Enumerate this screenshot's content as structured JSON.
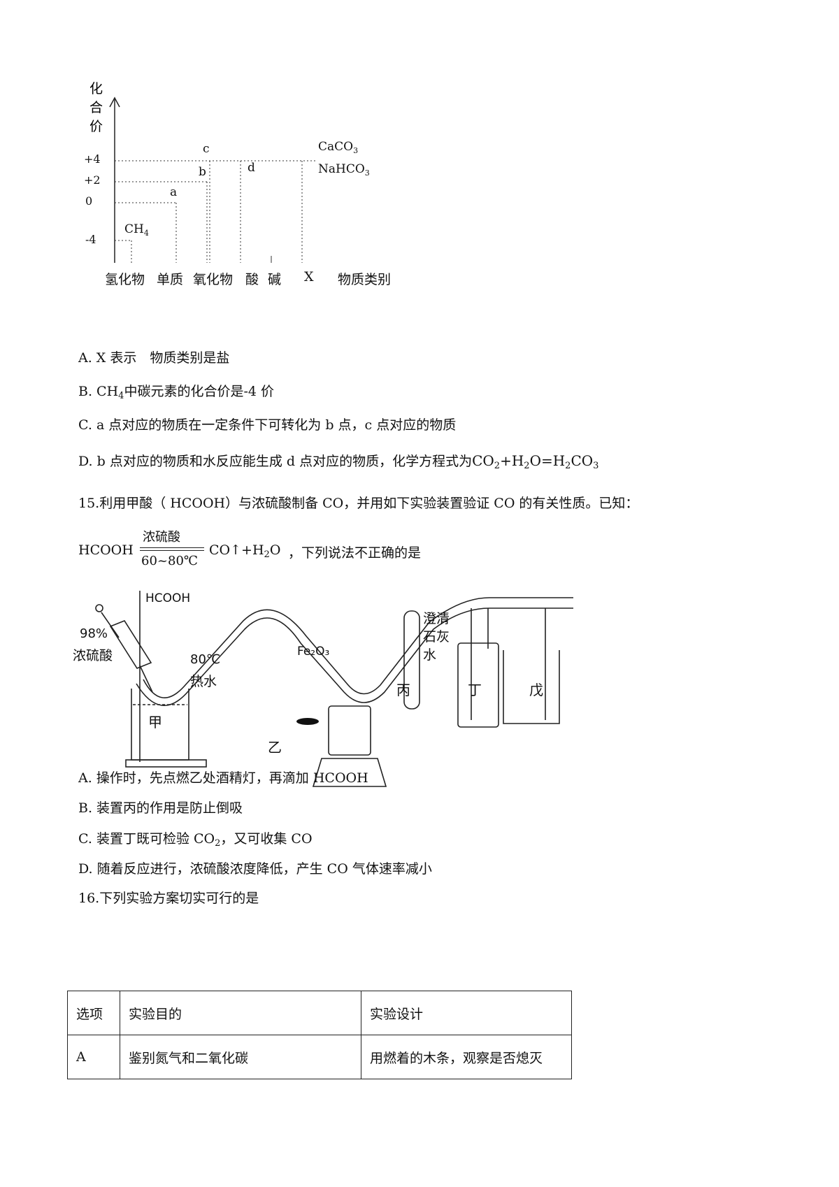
{
  "chart": {
    "ylabel": [
      "化",
      "合",
      "价"
    ],
    "yticks": [
      "+4",
      "+2",
      "0",
      "-4"
    ],
    "categories": [
      "氢化物",
      "单质",
      "氧化物",
      "酸",
      "碱",
      "X",
      "物质类别"
    ],
    "points": {
      "CH4": "CH",
      "CH4_sub": "4",
      "a": "a",
      "b": "b",
      "c": "c",
      "d": "d"
    },
    "salt1": "CaCO",
    "salt1_sub": "3",
    "salt2": "NaHCO",
    "salt2_sub": "3"
  },
  "chart_data": {
    "type": "scatter",
    "ylabel": "化合价",
    "xlabel": "物质类别",
    "categories": [
      "氢化物",
      "单质",
      "氧化物",
      "酸",
      "碱",
      "X"
    ],
    "points": [
      {
        "label": "CH4",
        "category": "氢化物",
        "y": -4
      },
      {
        "label": "a",
        "category": "单质",
        "y": 0
      },
      {
        "label": "b",
        "category": "氧化物",
        "y": 2
      },
      {
        "label": "c",
        "category": "氧化物",
        "y": 4
      },
      {
        "label": "d",
        "category": "酸",
        "y": 4
      },
      {
        "label": "CaCO3",
        "category": "X",
        "y": 4
      },
      {
        "label": "NaHCO3",
        "category": "X",
        "y": 4
      }
    ],
    "yticks": [
      4,
      2,
      0,
      -4
    ]
  },
  "q14": {
    "optA": "A. X 表示　物质类别是盐",
    "optB_pre": "B. CH",
    "optB_sub": "4",
    "optB_post": "中碳元素的化合价是-4 价",
    "optC": "C. a 点对应的物质在一定条件下可转化为 b 点，c 点对应的物质",
    "optD_pre": "D. b 点对应的物质和水反应能生成 d 点对应的物质，化学方程式为",
    "optD_eq": [
      "CO",
      "2",
      "+H",
      "2",
      "O=H",
      "2",
      "CO",
      "3"
    ]
  },
  "q15": {
    "stem": "15.利用甲酸（ HCOOH）与浓硫酸制备 CO，并用如下实验装置验证 CO 的有关性质。已知：",
    "eq_left": "HCOOH",
    "eq_top": "浓硫酸",
    "eq_bottom": "60~80℃",
    "eq_right": "CO↑+H",
    "eq_h2o_sub": "2",
    "eq_h2o_o": "O",
    "eq_tail": "，下列说法不正确的是",
    "labels": {
      "hcooh": "HCOOH",
      "pct": "98%",
      "acid": "浓硫酸",
      "temp": "80℃",
      "hotwater": "热水",
      "fe2o3": "Fe₂O₃",
      "limewater": [
        "澄清",
        "石灰",
        "水"
      ],
      "jia": "甲",
      "yi": "乙",
      "bing": "丙",
      "ding": "丁",
      "wu": "戊"
    },
    "optA": "A.  操作时，先点燃乙处酒精灯，再滴加 HCOOH",
    "optB": "B.  装置丙的作用是防止倒吸",
    "optC_pre": "C.  装置丁既可检验 CO",
    "optC_sub": "2",
    "optC_post": "，又可收集 CO",
    "optD": "D.  随着反应进行，浓硫酸浓度降低，产生 CO 气体速率减小"
  },
  "q16": {
    "stem": "16.下列实验方案切实可行的是",
    "headers": [
      "选项",
      "实验目的",
      "实验设计"
    ],
    "rows": [
      [
        "A",
        "鉴别氮气和二氧化碳",
        "用燃着的木条，观察是否熄灭"
      ]
    ]
  }
}
